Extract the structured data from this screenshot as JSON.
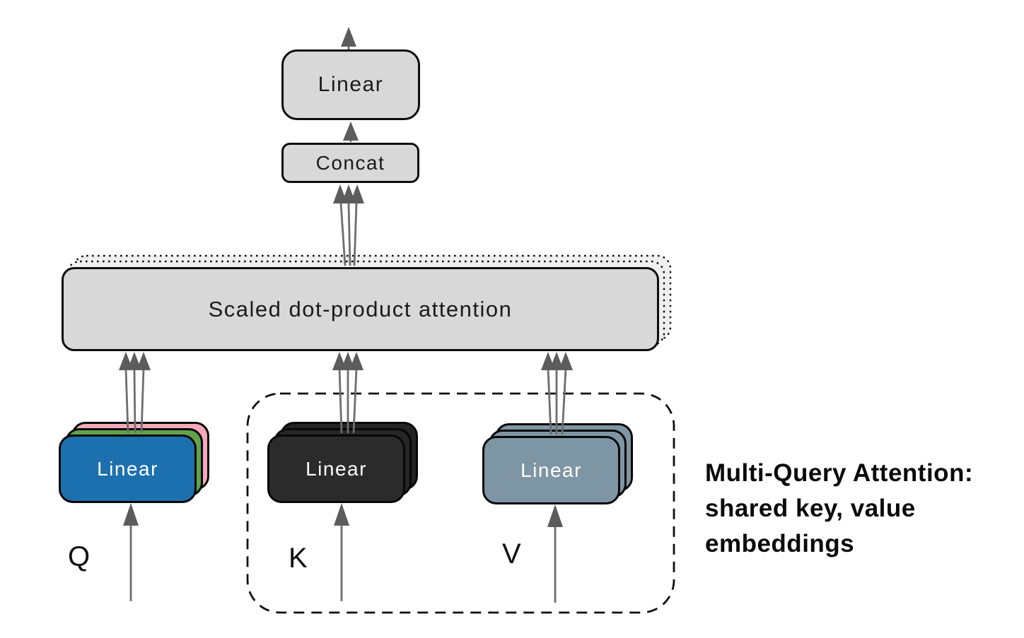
{
  "diagram": {
    "title_hint": "Multi-Query Attention diagram",
    "output_block": {
      "label": "Linear"
    },
    "concat_block": {
      "label": "Concat"
    },
    "attention_block": {
      "label": "Scaled dot-product attention"
    },
    "query_block": {
      "label": "Linear",
      "input": "Q"
    },
    "key_block": {
      "label": "Linear",
      "input": "K"
    },
    "value_block": {
      "label": "Linear",
      "input": "V"
    },
    "annotation": {
      "line1": "Multi-Query Attention:",
      "line2": "shared key, value",
      "line3": "embeddings"
    },
    "colors": {
      "query_front": "#1d70ae",
      "query_mid_green": "#63a24b",
      "query_back_pink": "#f6a9ba",
      "key_stack": "#282828",
      "value_stack": "#7e96a4",
      "block_gray": "#d8d8d8",
      "stacked_shadow_gray": "#efefef",
      "arrow_gray": "#6d6d6d"
    }
  }
}
